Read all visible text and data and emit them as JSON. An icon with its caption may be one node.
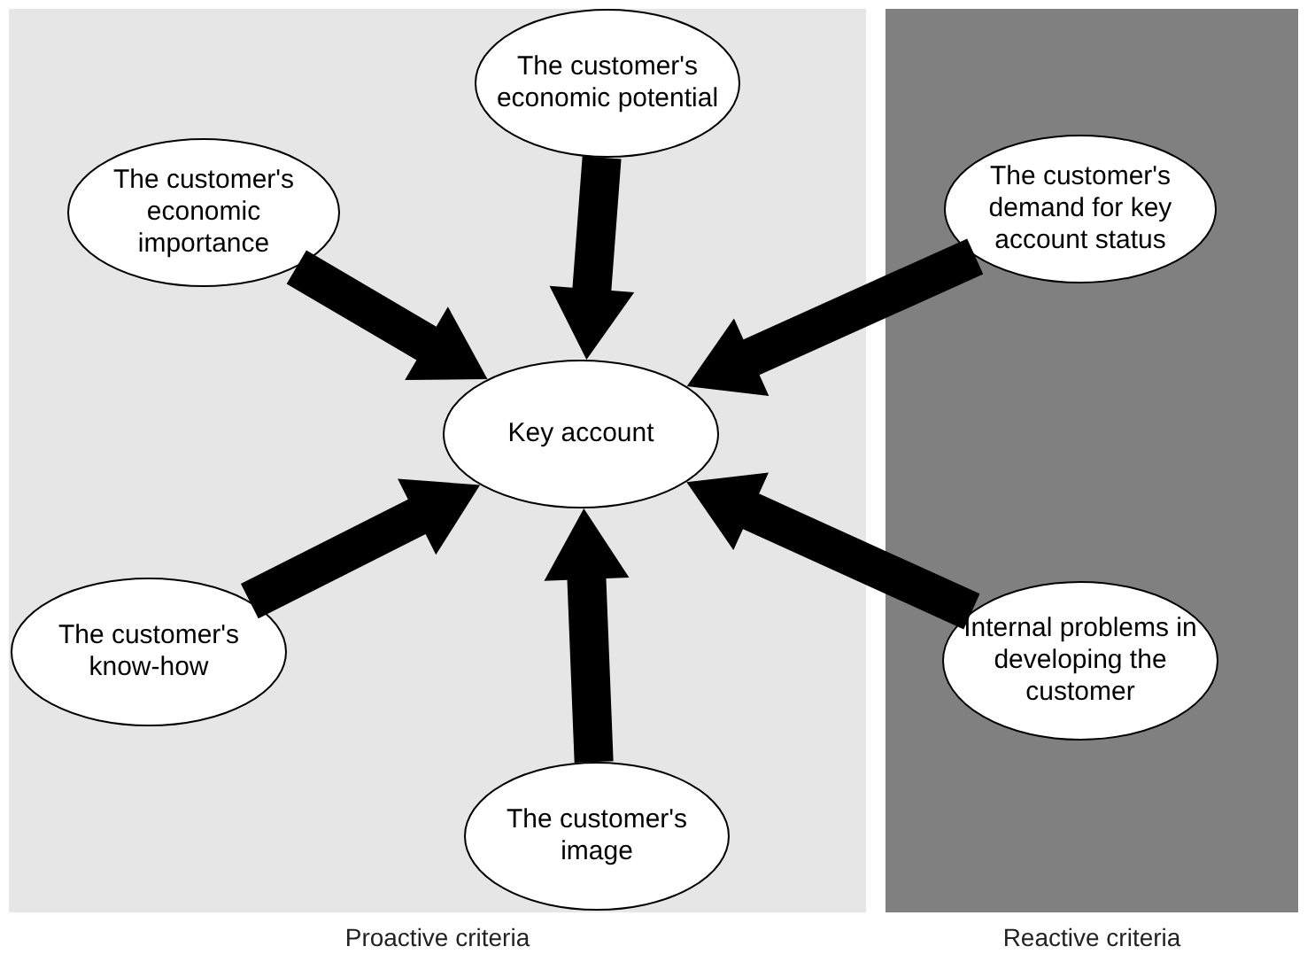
{
  "diagram": {
    "nodes": [
      {
        "text": [
          "Proactive criteria"
        ]
      },
      {
        "text": [
          "Reactive criteria"
        ]
      },
      {
        "text": [
          "The customer's economic potential"
        ],
        "in": 0
      },
      {
        "text": [
          "The customer's economic importance"
        ],
        "in": 0
      },
      {
        "text": [
          "The customer's demand for key account status"
        ],
        "in": 1
      },
      {
        "text": [
          "Key account"
        ],
        "in": 0
      },
      {
        "text": [
          "The customer's know-how"
        ],
        "in": 0
      },
      {
        "text": [
          "Internal problems in developing the customer"
        ],
        "in": 1
      },
      {
        "text": [
          "The customer's image"
        ],
        "in": 0
      }
    ],
    "edges": [
      {
        "from": 2,
        "to": 5,
        "arrow": "to",
        "style": "thick"
      },
      {
        "from": 3,
        "to": 5,
        "arrow": "to",
        "style": "thick"
      },
      {
        "from": 4,
        "to": 5,
        "arrow": "to",
        "style": "thick"
      },
      {
        "from": 6,
        "to": 5,
        "arrow": "to",
        "style": "thick"
      },
      {
        "from": 8,
        "to": 5,
        "arrow": "to",
        "style": "thick"
      },
      {
        "from": 7,
        "to": 5,
        "arrow": "to",
        "style": "thick"
      }
    ]
  }
}
